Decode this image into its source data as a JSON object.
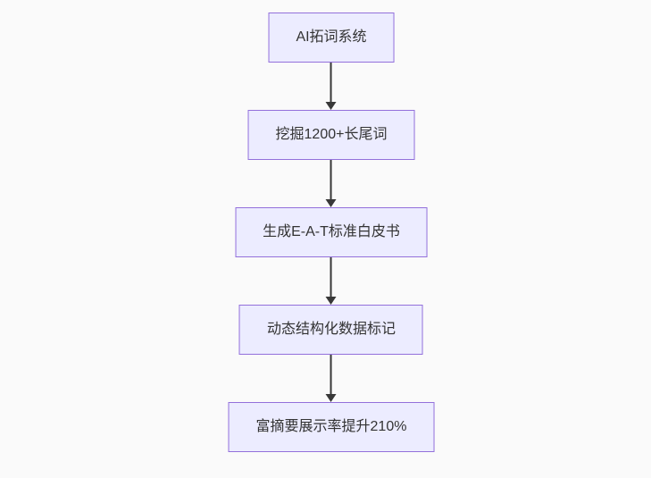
{
  "page": {
    "background": "#fafafa"
  },
  "flowchart": {
    "type": "flowchart",
    "direction": "top-down",
    "node_fill": "#ECECFF",
    "node_border": "#9370DB",
    "text_color": "#333333",
    "arrow_color": "#383838",
    "nodes": [
      {
        "id": "A",
        "label": "AI拓词系统"
      },
      {
        "id": "B",
        "label": "挖掘1200+长尾词"
      },
      {
        "id": "C",
        "label": "生成E-A-T标准白皮书"
      },
      {
        "id": "D",
        "label": "动态结构化数据标记"
      },
      {
        "id": "E",
        "label": "富摘要展示率提升210%"
      }
    ],
    "edges": [
      {
        "from": "A",
        "to": "B"
      },
      {
        "from": "B",
        "to": "C"
      },
      {
        "from": "C",
        "to": "D"
      },
      {
        "from": "D",
        "to": "E"
      }
    ]
  }
}
